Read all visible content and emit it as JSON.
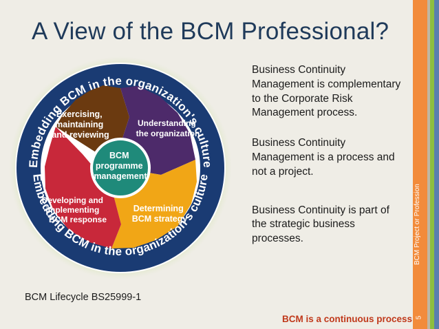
{
  "title": "A View of the BCM Professional?",
  "diagram": {
    "ring_top": "Embedding BCM in the organization's culture",
    "ring_bottom": "Embedding BCM in the organization's culture",
    "center": [
      "BCM",
      "programme",
      "management"
    ],
    "segments": [
      {
        "lines": [
          "Exercising,",
          "maintaining",
          "and reviewing"
        ],
        "color": "#6b3a10"
      },
      {
        "lines": [
          "Understanding",
          "the organization"
        ],
        "color": "#4d2a6a"
      },
      {
        "lines": [
          "Determining",
          "BCM strategy"
        ],
        "color": "#f1a616"
      },
      {
        "lines": [
          "Developing and",
          "implementing",
          "BCM response"
        ],
        "color": "#c8283a"
      }
    ],
    "ring_color": "#1a3b73",
    "center_color": "#1f8a7a"
  },
  "bullets": [
    "Business Continuity Management is complementary to the Corporate Risk Management process.",
    "Business Continuity Management is a process and not a project.",
    "Business Continuity is part of the strategic  business processes."
  ],
  "caption": "BCM Lifecycle BS25999-1",
  "footer_note": "BCM is a continuous process",
  "side_label": "BCM Project or Profession",
  "page_number": "5",
  "accent_colors": [
    "#f28b3b",
    "#c0b6a2",
    "#8dbf3f",
    "#5a7fae"
  ]
}
